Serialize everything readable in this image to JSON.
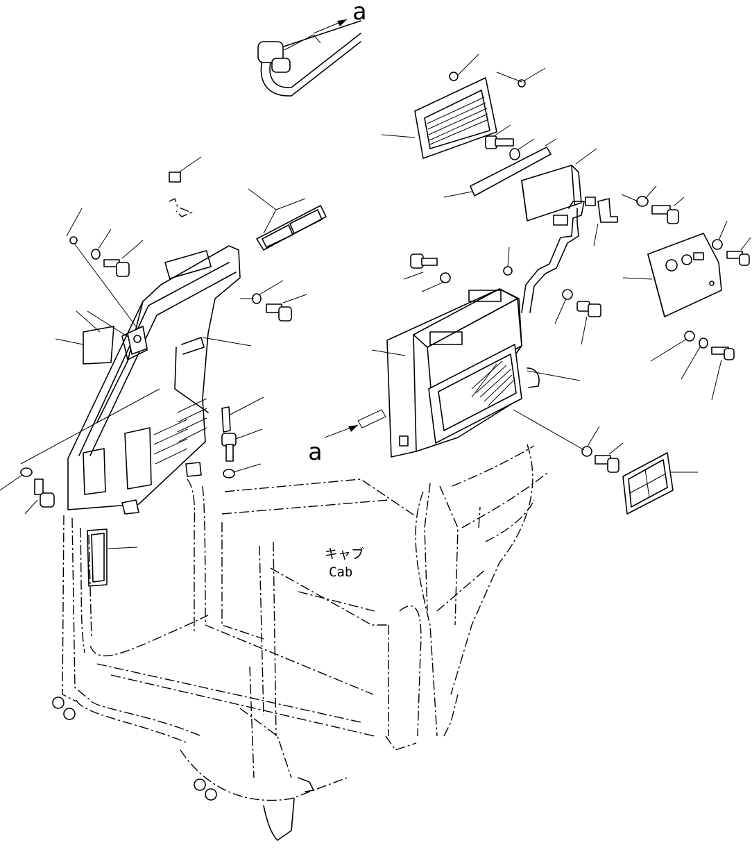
{
  "callouts": {
    "arrow_top": "a",
    "arrow_mid": "a",
    "cab_jp": "キャブ",
    "cab_en": "Cab"
  },
  "colors": {
    "ink": "#000000",
    "paper": "#ffffff"
  }
}
